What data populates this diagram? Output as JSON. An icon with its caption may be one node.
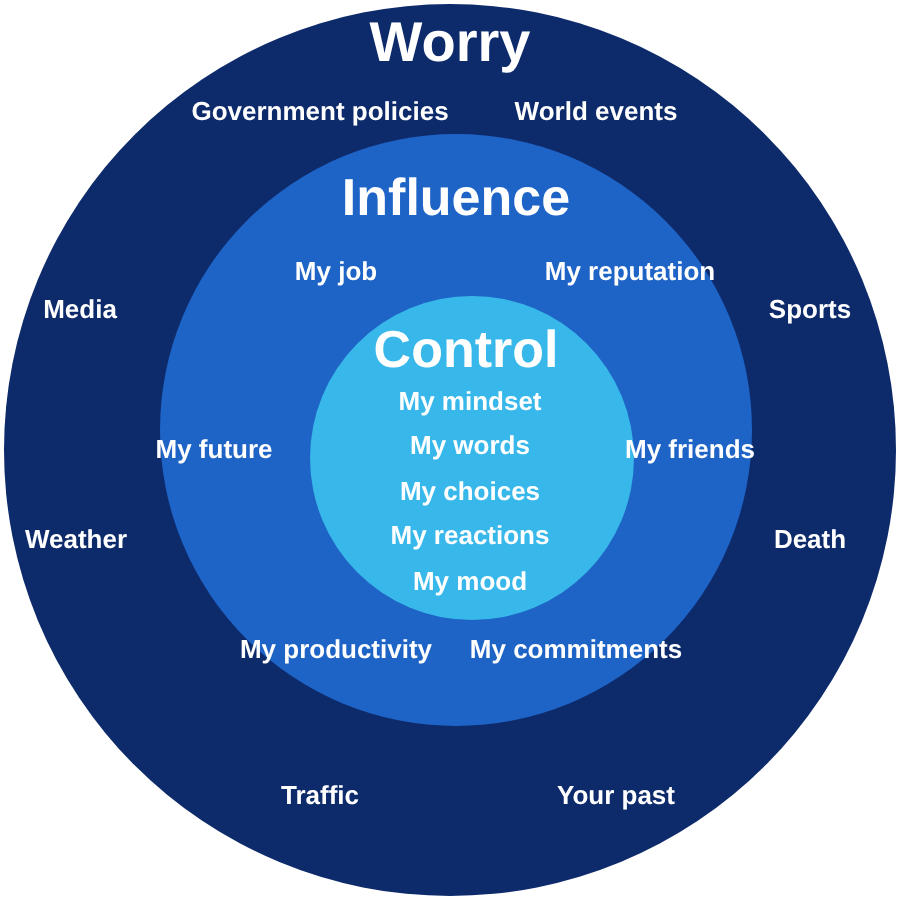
{
  "diagram": {
    "nodes": [
      {
        "text": [
          "Worry",
          "Government policies",
          "World events",
          "Media",
          "Sports",
          "Weather",
          "Death",
          "Traffic",
          "Your past"
        ]
      },
      {
        "text": [
          "Influence",
          "My job",
          "My reputation",
          "My future",
          "My friends",
          "My productivity",
          "My commitments"
        ],
        "in": 0
      },
      {
        "text": [
          "Control",
          "My mindset",
          "My words",
          "My choices",
          "My reactions",
          "My mood"
        ],
        "in": 1
      }
    ]
  }
}
